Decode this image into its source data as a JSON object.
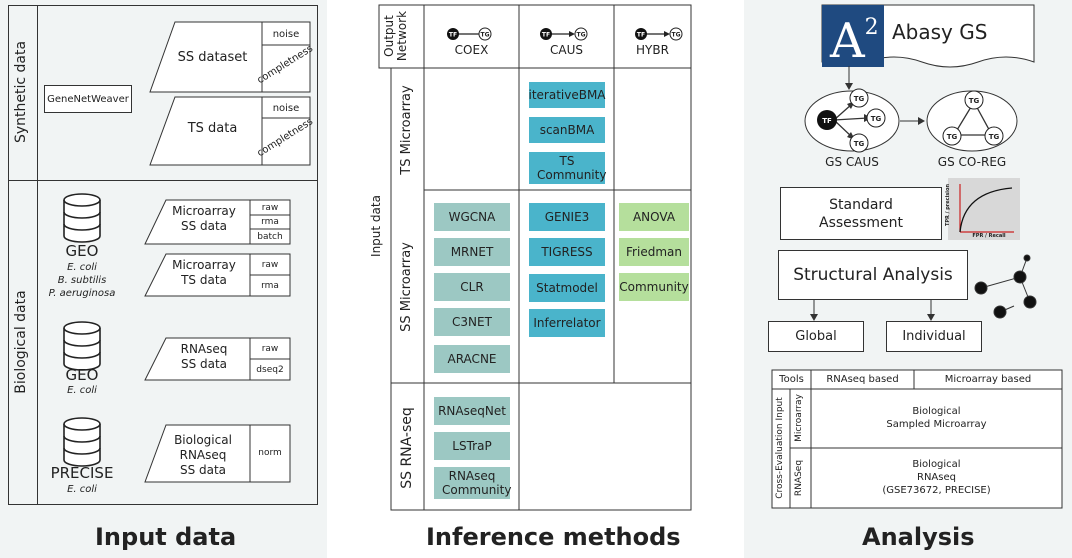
{
  "input": {
    "title": "Input data",
    "synthetic_label": "Synthetic data",
    "biological_label": "Biological data",
    "genenetweaver": "GeneNetWeaver",
    "ss_dataset": "SS dataset",
    "ts_data": "TS data",
    "noise": "noise",
    "completness": "completness",
    "geo1": {
      "name": "GEO",
      "orgs": [
        "E. coli",
        "B. subtilis",
        "P. aeruginosa"
      ]
    },
    "geo2": {
      "name": "GEO",
      "orgs": [
        "E. coli"
      ]
    },
    "precise": {
      "name": "PRECISE",
      "orgs": [
        "E. coli"
      ]
    },
    "microarray_ss": {
      "line1": "Microarray",
      "line2": "SS data",
      "tags": [
        "raw",
        "rma",
        "batch"
      ]
    },
    "microarray_ts": {
      "line1": "Microarray",
      "line2": "TS data",
      "tags": [
        "raw",
        "rma"
      ]
    },
    "rnaseq_ss": {
      "line1": "RNAseq",
      "line2": "SS data",
      "tags": [
        "raw",
        "dseq2"
      ]
    },
    "bio_rnaseq": {
      "line1": "Biological",
      "line2": "RNAseq",
      "line3": "SS data",
      "tags": [
        "norm"
      ]
    }
  },
  "inference": {
    "title": "Inference methods",
    "output_network": "Output Network",
    "input_data": "Input data",
    "columns": [
      "COEX",
      "CAUS",
      "HYBR"
    ],
    "rows": [
      "TS Microarray",
      "SS Microarray",
      "SS RNA-seq"
    ],
    "ts_caus": [
      "iterativeBMA",
      "scanBMA",
      "TS Community"
    ],
    "ss_coex": [
      "WGCNA",
      "MRNET",
      "CLR",
      "C3NET",
      "ARACNE"
    ],
    "ss_caus": [
      "GENIE3",
      "TIGRESS",
      "Statmodel",
      "Inferrelator"
    ],
    "ss_hybr": [
      "ANOVA",
      "Friedman",
      "Community"
    ],
    "rna_coex": [
      "RNAseqNet",
      "LSTraP",
      "RNAseq Community"
    ],
    "tf": "TF",
    "tg": "TG"
  },
  "analysis": {
    "title": "Analysis",
    "logo_letter": "A",
    "logo_sup": "2",
    "abasy": "Abasy GS",
    "gs_caus": "GS CAUS",
    "gs_coreg": "GS CO-REG",
    "standard": "Standard Assessment",
    "tpr": "TPR / precision",
    "fpr": "FPR / Recall",
    "structural": "Structural Analysis",
    "global": "Global",
    "individual": "Individual",
    "table": {
      "tools": "Tools",
      "rnaseq_based": "RNAseq based",
      "microarray_based": "Microarray based",
      "cross_eval": "Cross-Evaluation Input",
      "microarray": "Microarray",
      "rnaseq": "RNASeq",
      "row1_l1": "Biological",
      "row1_l2": "Sampled Microarray",
      "row2_l1": "Biological",
      "row2_l2": "RNAseq",
      "row2_l3": "(GSE73672, PRECISE)"
    }
  }
}
